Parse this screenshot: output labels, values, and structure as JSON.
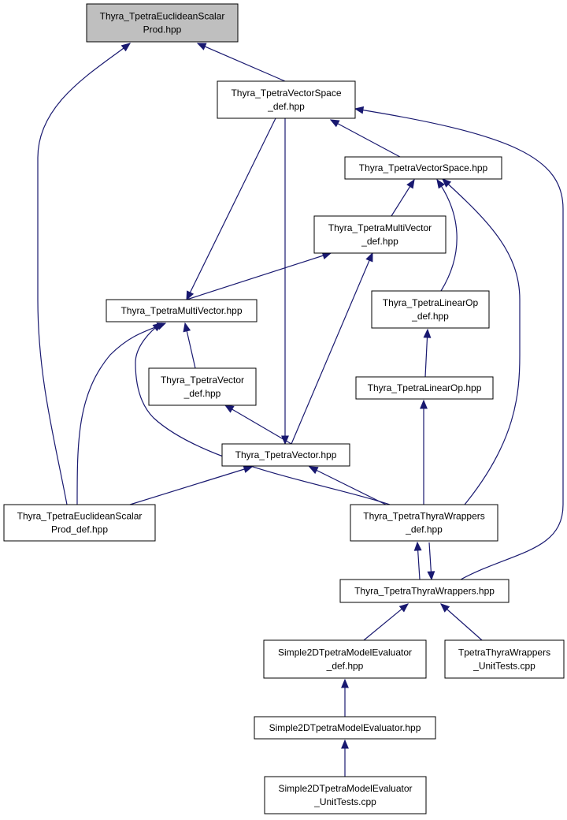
{
  "colors": {
    "edge": "#191970",
    "highlight_fill": "#bfbfbf",
    "node_fill": "#ffffff",
    "node_border": "#000000"
  },
  "nodes": [
    {
      "id": "euclidean_scalar_prod",
      "lines": [
        "Thyra_TpetraEuclideanScalar",
        "Prod.hpp"
      ],
      "highlighted": true
    },
    {
      "id": "vector_space_def",
      "lines": [
        "Thyra_TpetraVectorSpace",
        "_def.hpp"
      ]
    },
    {
      "id": "vector_space",
      "lines": [
        "Thyra_TpetraVectorSpace.hpp"
      ]
    },
    {
      "id": "multivector_def",
      "lines": [
        "Thyra_TpetraMultiVector",
        "_def.hpp"
      ]
    },
    {
      "id": "multivector",
      "lines": [
        "Thyra_TpetraMultiVector.hpp"
      ]
    },
    {
      "id": "linear_op_def",
      "lines": [
        "Thyra_TpetraLinearOp",
        "_def.hpp"
      ]
    },
    {
      "id": "vector_def",
      "lines": [
        "Thyra_TpetraVector",
        "_def.hpp"
      ]
    },
    {
      "id": "linear_op",
      "lines": [
        "Thyra_TpetraLinearOp.hpp"
      ]
    },
    {
      "id": "vector",
      "lines": [
        "Thyra_TpetraVector.hpp"
      ]
    },
    {
      "id": "euclidean_scalar_prod_def",
      "lines": [
        "Thyra_TpetraEuclideanScalar",
        "Prod_def.hpp"
      ]
    },
    {
      "id": "thyra_wrappers_def",
      "lines": [
        "Thyra_TpetraThyraWrappers",
        "_def.hpp"
      ]
    },
    {
      "id": "thyra_wrappers",
      "lines": [
        "Thyra_TpetraThyraWrappers.hpp"
      ]
    },
    {
      "id": "model_evaluator_def",
      "lines": [
        "Simple2DTpetraModelEvaluator",
        "_def.hpp"
      ]
    },
    {
      "id": "wrappers_unit_tests",
      "lines": [
        "TpetraThyraWrappers",
        "_UnitTests.cpp"
      ]
    },
    {
      "id": "model_evaluator",
      "lines": [
        "Simple2DTpetraModelEvaluator.hpp"
      ]
    },
    {
      "id": "model_evaluator_unit_tests",
      "lines": [
        "Simple2DTpetraModelEvaluator",
        "_UnitTests.cpp"
      ]
    }
  ],
  "edges": [
    {
      "from": "vector_space_def",
      "to": "euclidean_scalar_prod"
    },
    {
      "from": "euclidean_scalar_prod_def",
      "to": "euclidean_scalar_prod"
    },
    {
      "from": "vector_space",
      "to": "vector_space_def"
    },
    {
      "from": "multivector",
      "to": "vector_space_def"
    },
    {
      "from": "vector",
      "to": "vector_space_def"
    },
    {
      "from": "thyra_wrappers",
      "to": "vector_space_def"
    },
    {
      "from": "multivector_def",
      "to": "vector_space"
    },
    {
      "from": "linear_op_def",
      "to": "vector_space"
    },
    {
      "from": "thyra_wrappers_def",
      "to": "vector_space"
    },
    {
      "from": "multivector",
      "to": "multivector_def"
    },
    {
      "from": "vector",
      "to": "multivector_def"
    },
    {
      "from": "vector_def",
      "to": "multivector"
    },
    {
      "from": "euclidean_scalar_prod_def",
      "to": "multivector"
    },
    {
      "from": "thyra_wrappers_def",
      "to": "multivector"
    },
    {
      "from": "linear_op",
      "to": "linear_op_def"
    },
    {
      "from": "vector",
      "to": "vector_def"
    },
    {
      "from": "thyra_wrappers_def",
      "to": "linear_op"
    },
    {
      "from": "euclidean_scalar_prod_def",
      "to": "vector"
    },
    {
      "from": "thyra_wrappers_def",
      "to": "vector"
    },
    {
      "from": "thyra_wrappers",
      "to": "thyra_wrappers_def"
    },
    {
      "from": "thyra_wrappers_def",
      "to": "thyra_wrappers"
    },
    {
      "from": "model_evaluator_def",
      "to": "thyra_wrappers"
    },
    {
      "from": "wrappers_unit_tests",
      "to": "thyra_wrappers"
    },
    {
      "from": "model_evaluator",
      "to": "model_evaluator_def"
    },
    {
      "from": "model_evaluator_unit_tests",
      "to": "model_evaluator"
    }
  ]
}
